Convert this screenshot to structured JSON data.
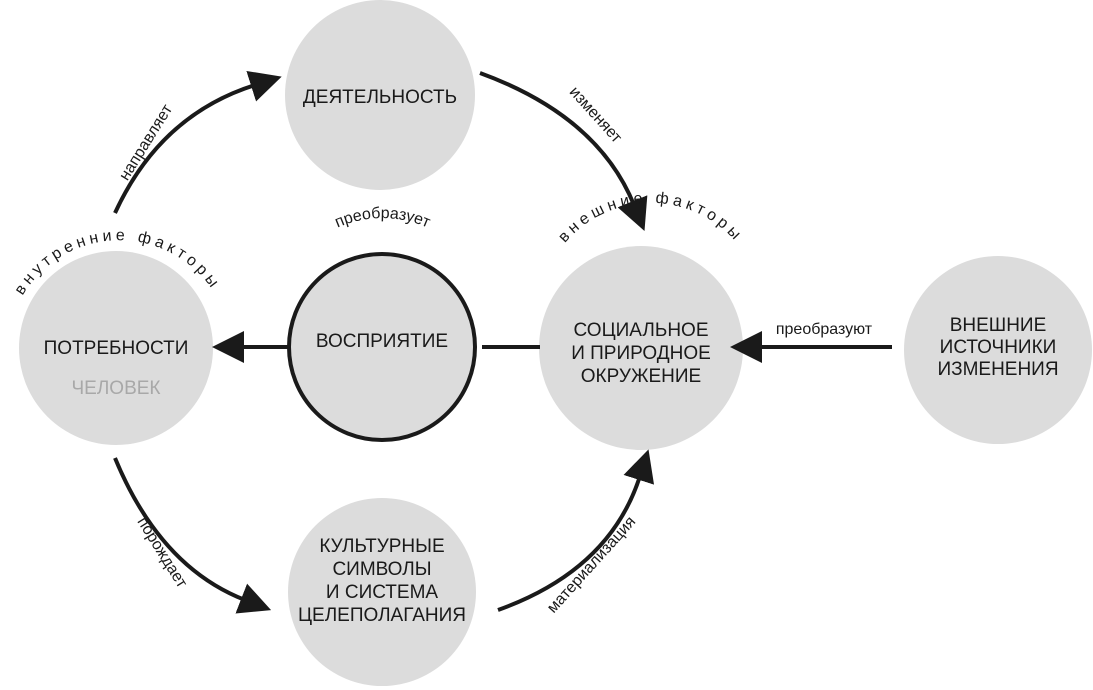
{
  "nodes": {
    "activity": {
      "label": "ДЕЯТЕЛЬНОСТЬ"
    },
    "needs": {
      "label": "ПОТРЕБНОСТИ",
      "sublabel": "ЧЕЛОВЕК"
    },
    "perception": {
      "label": "ВОСПРИЯТИЕ"
    },
    "environment": {
      "lines": [
        "СОЦИАЛЬНОЕ",
        "И ПРИРОДНОЕ",
        "ОКРУЖЕНИЕ"
      ]
    },
    "sources": {
      "lines": [
        "ВНЕШНИЕ",
        "ИСТОЧНИКИ",
        "ИЗМЕНЕНИЯ"
      ]
    },
    "culture": {
      "lines": [
        "КУЛЬТУРНЫЕ",
        "СИМВОЛЫ",
        "И СИСТЕМА",
        "ЦЕЛЕПОЛАГАНИЯ"
      ]
    }
  },
  "edges": {
    "directs": "направляет",
    "changes": "изменяет",
    "transforms": "преобразует",
    "transform_plural": "преобразуют",
    "generates": "порождает",
    "materialization": "материализация"
  },
  "arc_labels": {
    "internal_factors": "внутренние  факторы",
    "external_factors": "внешние  факторы"
  }
}
